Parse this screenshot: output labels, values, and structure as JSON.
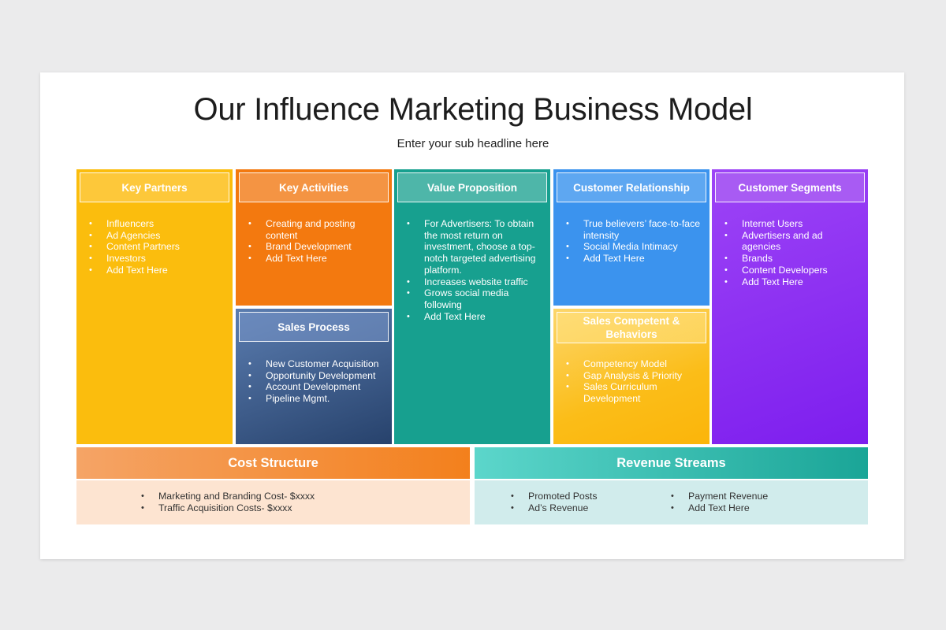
{
  "title": "Our Influence Marketing Business Model",
  "subtitle": "Enter your sub headline here",
  "key_partners": {
    "heading": "Key Partners",
    "items": [
      "Influencers",
      "Ad Agencies",
      "Content Partners",
      "Investors",
      "Add Text Here"
    ]
  },
  "key_activities": {
    "heading": "Key Activities",
    "items": [
      "Creating and posting content",
      "Brand Development",
      "Add Text Here"
    ]
  },
  "sales_process": {
    "heading": "Sales Process",
    "items": [
      "New Customer Acquisition",
      "Opportunity Development",
      "Account Development",
      "Pipeline Mgmt."
    ]
  },
  "value_proposition": {
    "heading": "Value Proposition",
    "items": [
      "For Advertisers: To obtain the most return on investment, choose a top-notch targeted advertising platform.",
      "Increases website traffic",
      "Grows social media following",
      "Add Text Here"
    ]
  },
  "customer_relationship": {
    "heading": "Customer Relationship",
    "items": [
      "True believers’ face-to-face intensity",
      "Social Media Intimacy",
      "Add Text Here"
    ]
  },
  "sales_competent": {
    "heading": "Sales Competent & Behaviors",
    "items": [
      "Competency Model",
      "Gap Analysis & Priority",
      "Sales Curriculum Development"
    ]
  },
  "customer_segments": {
    "heading": "Customer Segments",
    "items": [
      "Internet Users",
      "Advertisers and ad agencies",
      "Brands",
      "Content Developers",
      "Add Text Here"
    ]
  },
  "cost_structure": {
    "heading": "Cost Structure",
    "items": [
      "Marketing and Branding Cost- $xxxx",
      "Traffic Acquisition Costs- $xxxx"
    ]
  },
  "revenue_streams": {
    "heading": "Revenue Streams",
    "items_left": [
      "Promoted Posts",
      "Ad’s Revenue"
    ],
    "items_right": [
      "Payment Revenue",
      "Add Text Here"
    ]
  }
}
